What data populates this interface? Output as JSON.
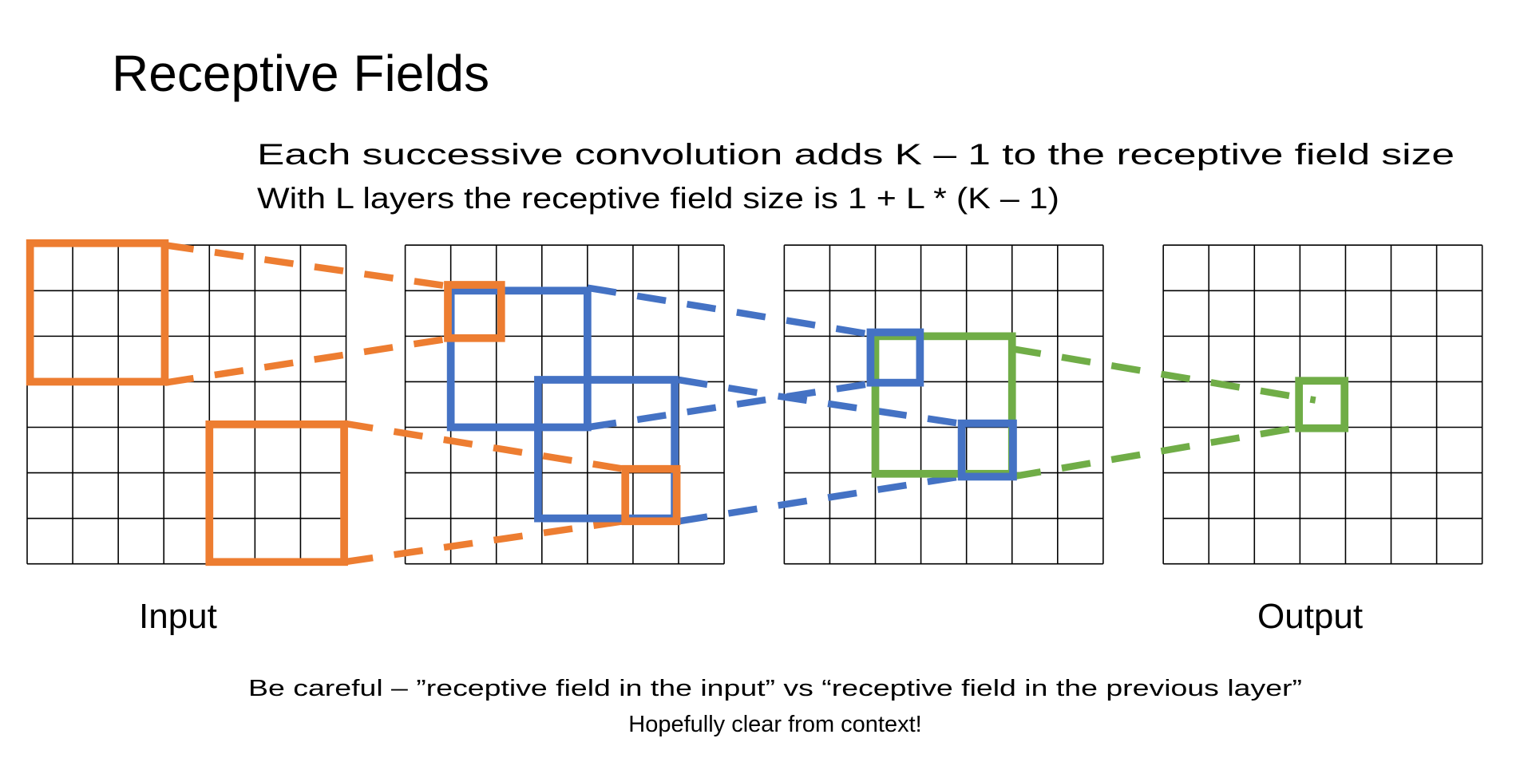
{
  "slide": {
    "title": "Receptive Fields",
    "subtitle_lines": [
      "Each successive convolution adds K – 1 to the receptive field size",
      "With L layers the receptive field size is 1 + L * (K – 1)"
    ],
    "labels": {
      "input": "Input",
      "output": "Output"
    },
    "footer_lines": [
      "Be careful – ”receptive field in the input” vs “receptive field in the previous layer”",
      "Hopefully clear from context!"
    ]
  },
  "diagram": {
    "grid_count": 4,
    "grid_size": 7,
    "colors": {
      "layer1": "#ED7D31",
      "layer2": "#4472C4",
      "layer3": "#70AD47",
      "grid": "#000000"
    }
  }
}
